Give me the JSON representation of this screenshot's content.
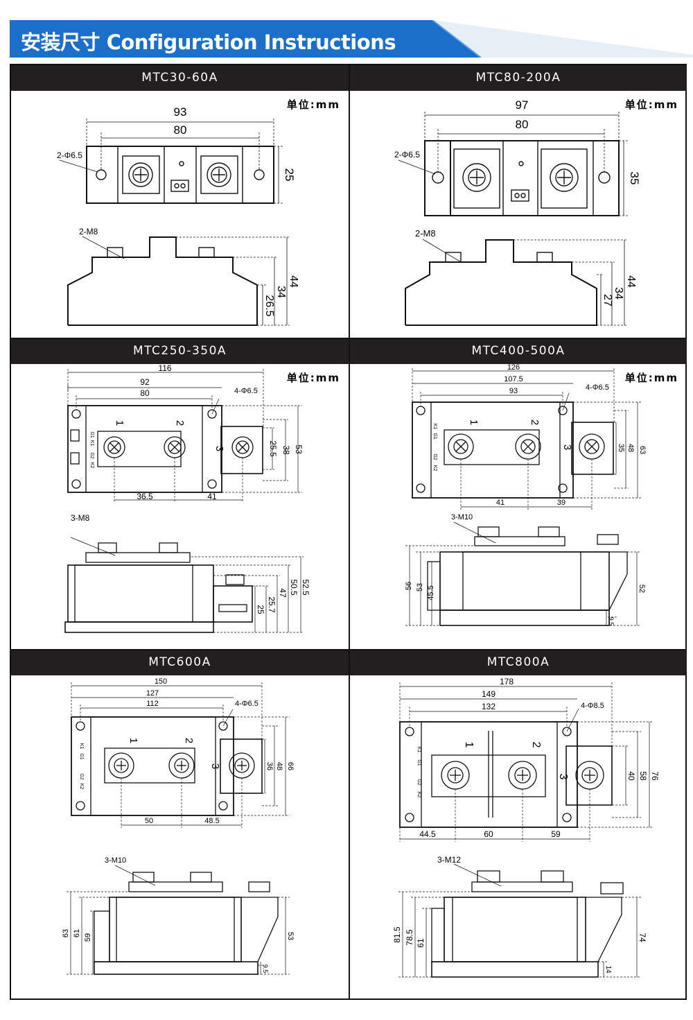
{
  "banner": {
    "title": "安装尺寸 Configuration Instructions",
    "color": "#1b6fc8"
  },
  "unit_label": "单位:mm",
  "modules": [
    {
      "name": "MTC30-60A",
      "top": {
        "width_total": "93",
        "width_holes": "80",
        "height": "25",
        "hole": "2-Φ6.5"
      },
      "side": {
        "thread": "2-M8",
        "dims": [
          "44",
          "34",
          "26.5"
        ]
      }
    },
    {
      "name": "MTC80-200A",
      "top": {
        "width_total": "97",
        "width_holes": "80",
        "height": "35",
        "hole": "2-Φ6.5"
      },
      "side": {
        "thread": "2-M8",
        "dims": [
          "44",
          "34",
          "27"
        ]
      }
    },
    {
      "name": "MTC250-350A",
      "top": {
        "width_total": "116",
        "width_mid": "92",
        "width_holes": "80",
        "hole": "4-Φ6.5",
        "pitch1": "36.5",
        "pitch2": "41",
        "heights": [
          "25.5",
          "38",
          "53"
        ],
        "terminals": [
          "1",
          "2",
          "3"
        ],
        "gate_labels": [
          "G1",
          "K1",
          "G2",
          "K2"
        ]
      },
      "side": {
        "thread": "3-M8",
        "dims": [
          "52.5",
          "50.5",
          "47",
          "25.7",
          "25"
        ]
      }
    },
    {
      "name": "MTC400-500A",
      "top": {
        "width_total": "126",
        "width_mid": "107.5",
        "width_holes": "93",
        "hole": "4-Φ6.5",
        "pitch1": "41",
        "pitch2": "39",
        "heights": [
          "35",
          "48",
          "63"
        ],
        "terminals": [
          "1",
          "2",
          "3"
        ],
        "gate_labels": [
          "K1",
          "G1",
          "G2",
          "K2"
        ]
      },
      "side": {
        "thread": "3-M10",
        "dims_left": [
          "56",
          "53",
          "45.5"
        ],
        "dims_right": [
          "52",
          "9.5"
        ]
      }
    },
    {
      "name": "MTC600A",
      "top": {
        "width_total": "150",
        "width_mid": "127",
        "width_holes": "112",
        "hole": "4-Φ6.5",
        "pitch1": "50",
        "pitch2": "48.5",
        "heights": [
          "36",
          "48",
          "66"
        ],
        "terminals": [
          "1",
          "2",
          "3"
        ],
        "gate_labels": [
          "K1",
          "G1",
          "G2",
          "K2"
        ]
      },
      "side": {
        "thread": "3-M10",
        "dims_left": [
          "63",
          "61",
          "59"
        ],
        "dims_right": [
          "53",
          "9.5"
        ]
      }
    },
    {
      "name": "MTC800A",
      "top": {
        "width_total": "178",
        "width_mid": "149",
        "width_holes": "132",
        "hole": "4-Φ8.5",
        "pitch0": "44.5",
        "pitch1": "60",
        "pitch2": "59",
        "heights": [
          "40",
          "58",
          "76"
        ],
        "terminals": [
          "1",
          "2",
          "3"
        ],
        "gate_labels": [
          "K1",
          "G1",
          "G2",
          "K2"
        ]
      },
      "side": {
        "thread": "3-M12",
        "dims_left": [
          "81.5",
          "78.5",
          "61"
        ],
        "dims_right": [
          "74",
          "14"
        ]
      }
    }
  ]
}
